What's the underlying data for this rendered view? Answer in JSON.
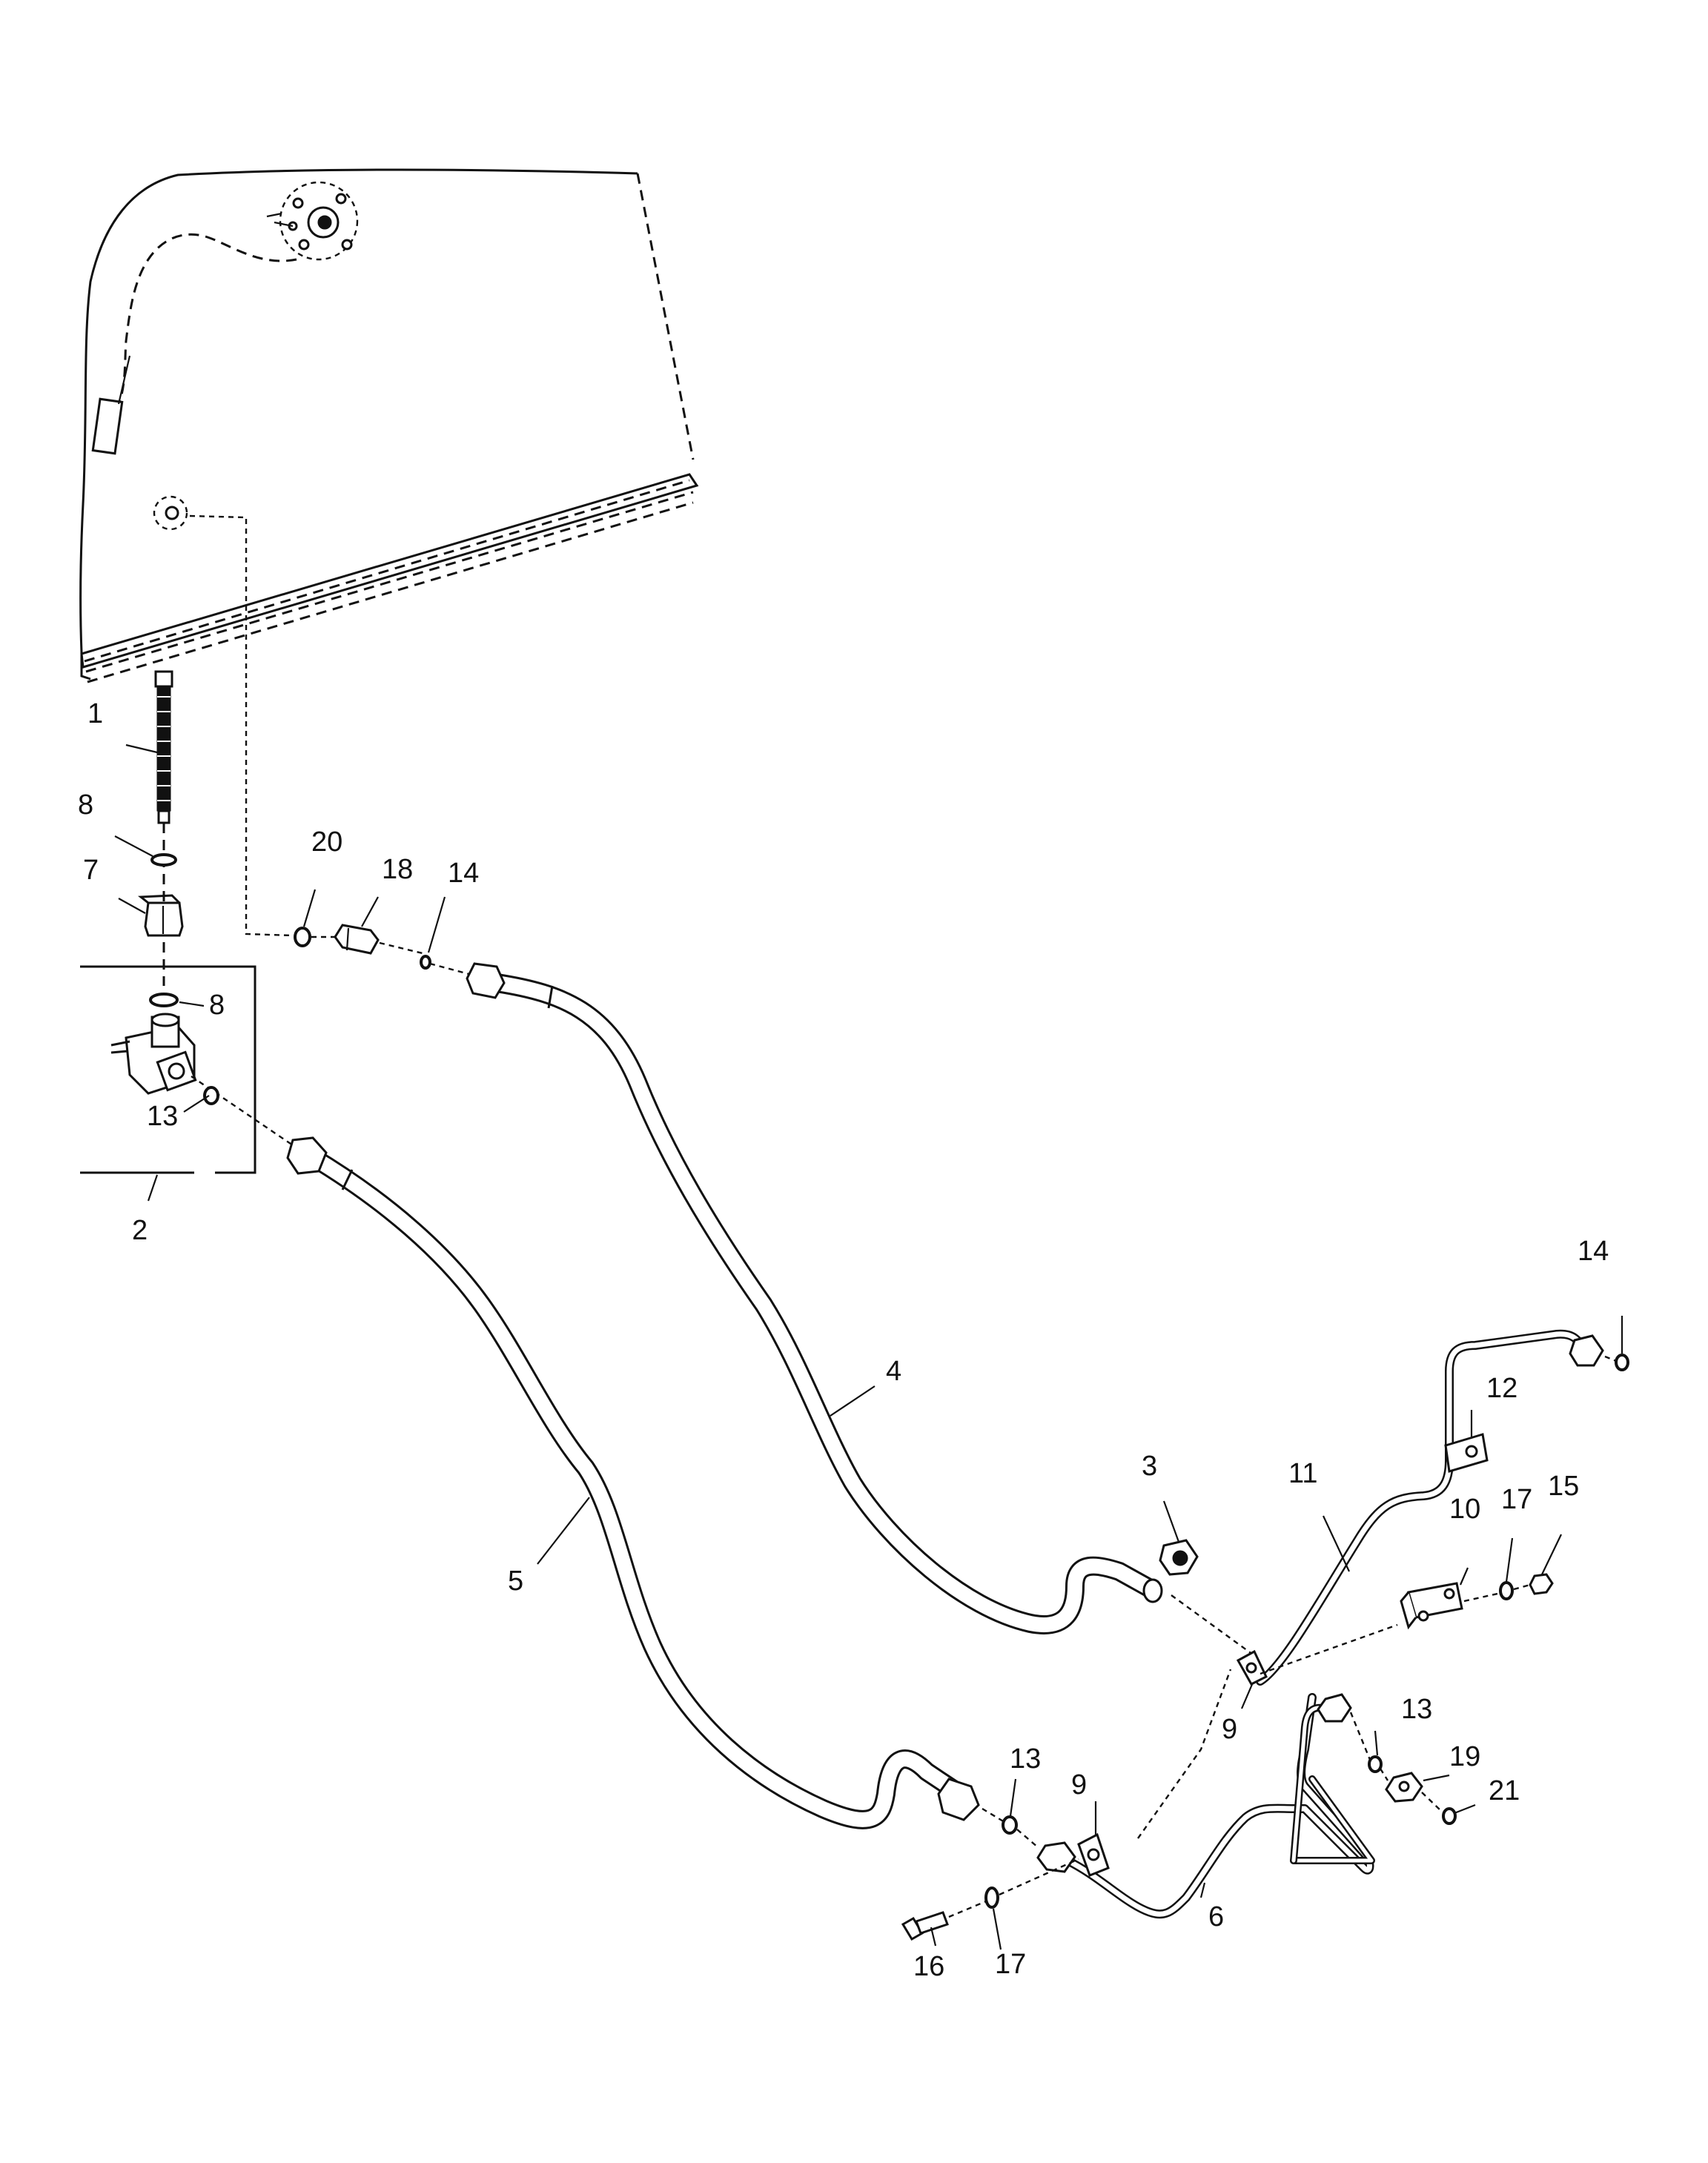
{
  "diagram": {
    "callouts": {
      "c1": "1",
      "c2": "2",
      "c3": "3",
      "c4": "4",
      "c5": "5",
      "c6": "6",
      "c7": "7",
      "c8a": "8",
      "c8b": "8",
      "c9a": "9",
      "c9b": "9",
      "c10": "10",
      "c11": "11",
      "c12": "12",
      "c13a": "13",
      "c13b": "13",
      "c13c": "13",
      "c14a": "14",
      "c14b": "14",
      "c15": "15",
      "c16": "16",
      "c17a": "17",
      "c17b": "17",
      "c18": "18",
      "c19": "19",
      "c20": "20",
      "c21": "21"
    }
  }
}
